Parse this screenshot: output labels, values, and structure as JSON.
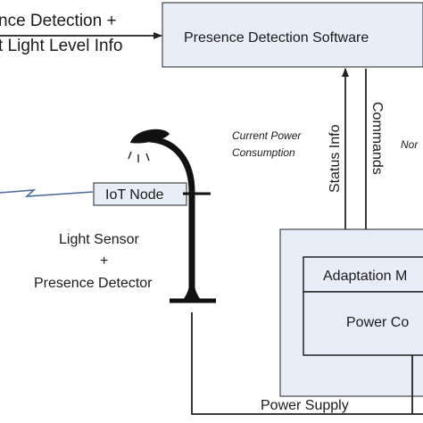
{
  "input_label": {
    "line1": "nce Detection +",
    "line2": "t Light Level Info"
  },
  "software_box": {
    "title": "Presence Detection Software"
  },
  "current_power": {
    "line1": "Current Power",
    "line2": "Consumption"
  },
  "nor_label": "Nor",
  "status_info": "Status Info",
  "commands": "Commands",
  "iot_node": "IoT Node",
  "sensor_label": {
    "line1": "Light Sensor",
    "line2": "+",
    "line3": "Presence Detector"
  },
  "adaptation": "Adaptation M",
  "power_con": "Power Co",
  "power_supply": "Power Supply",
  "colors": {
    "box_fill": "#e8eef8",
    "line": "#222222",
    "wireless": "#4a6a9a"
  }
}
